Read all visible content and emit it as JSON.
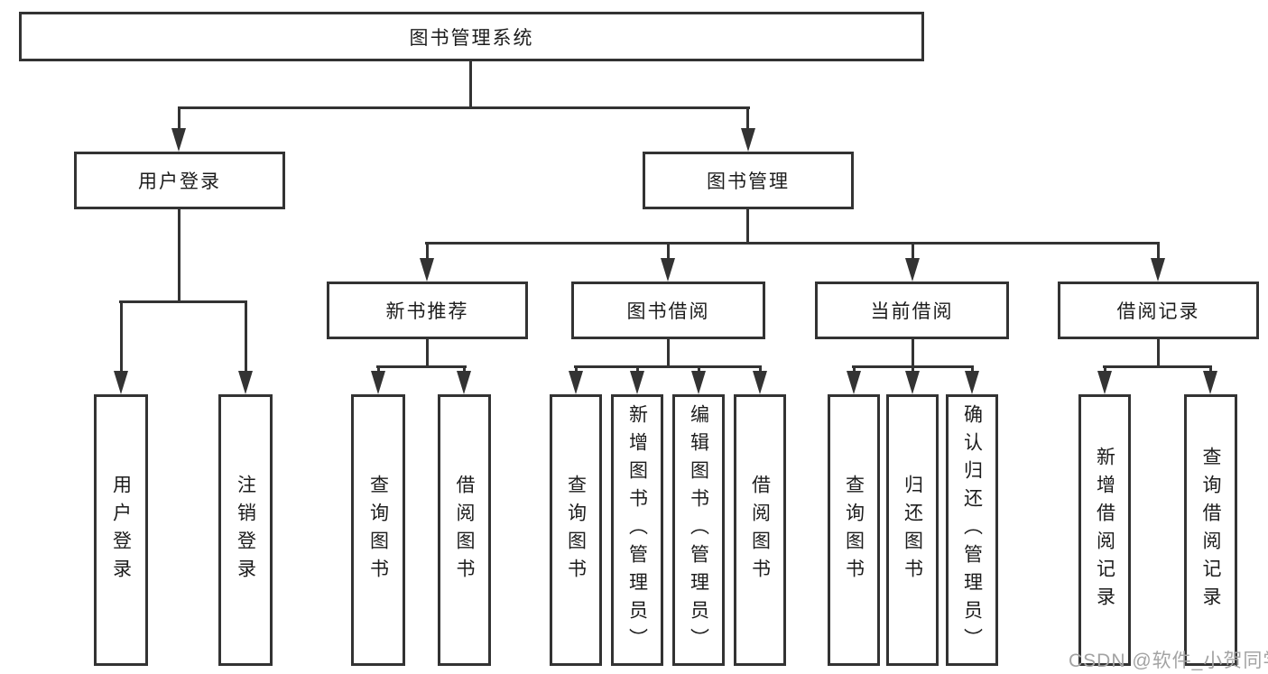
{
  "colors": {
    "line": "#333333",
    "text": "#1c1c1c",
    "watermark_gray": "#a3a3a3",
    "background": "#ffffff"
  },
  "diagram": {
    "root": "图书管理系统",
    "level2": {
      "user_login": "用户登录",
      "book_management": "图书管理"
    },
    "level3": {
      "new_book_recommend": "新书推荐",
      "book_borrow": "图书借阅",
      "current_borrow": "当前借阅",
      "borrow_records": "借阅记录"
    },
    "leaves": {
      "user_login": [
        "用户登录",
        "注销登录"
      ],
      "new_book_recommend": [
        "查询图书",
        "借阅图书"
      ],
      "book_borrow": [
        "查询图书",
        "新增图书（管理员）",
        "编辑图书（管理员）",
        "借阅图书"
      ],
      "current_borrow": [
        "查询图书",
        "归还图书",
        "确认归还（管理员）"
      ],
      "borrow_records": [
        "新增借阅记录",
        "查询借阅记录"
      ]
    }
  },
  "watermark": "CSDN @软件_小贺同学"
}
